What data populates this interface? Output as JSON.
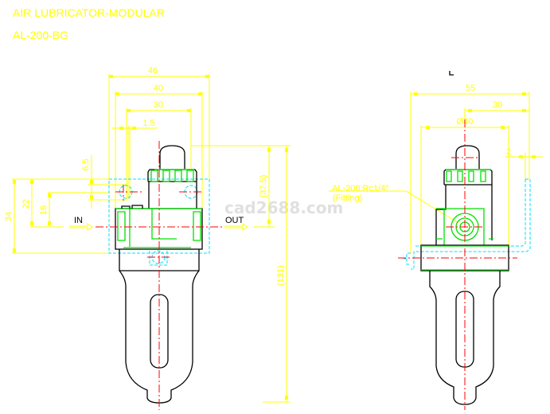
{
  "title": {
    "line1": "AIR LUBRICATOR-MODULAR",
    "line2": "AL-200-BG"
  },
  "front_view": {
    "dims": {
      "w46": "46",
      "w40": "40",
      "w30": "30",
      "w1_5": "1.5",
      "h6_5": "6.5",
      "h34": "34",
      "h22": "22",
      "h16": "16",
      "h37_5": "(37.5)",
      "h131": "(131)"
    },
    "port_in": "IN",
    "port_out": "OUT"
  },
  "side_view": {
    "dims": {
      "w55": "55",
      "w30": "30",
      "d40": "Ø40",
      "w2": "2"
    },
    "leader": {
      "line1": "AL-200:Rc1/4\"",
      "line2": "(Fitting)"
    }
  },
  "watermark": "cad2688.com",
  "colors": {
    "dimension": "#ffff00",
    "outline": "#000000",
    "part": "#00e000",
    "hidden": "#00e0ff",
    "centerline": "#ff0000"
  }
}
